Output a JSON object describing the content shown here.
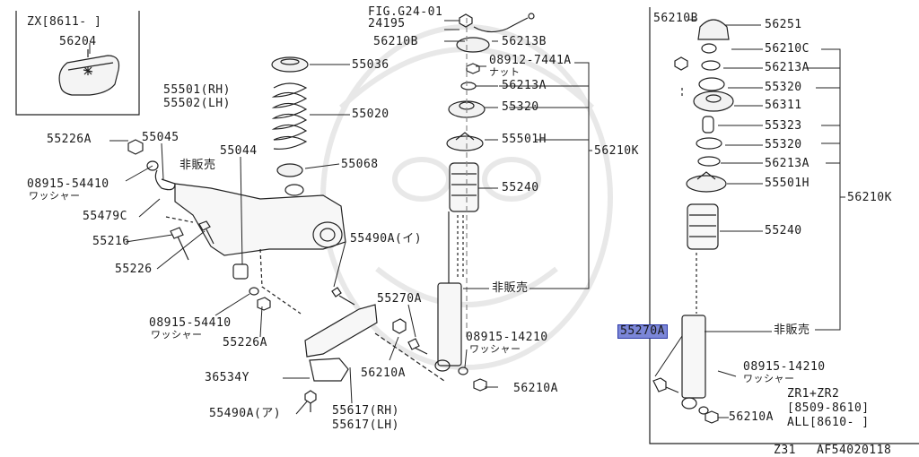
{
  "figure": {
    "ref": "FIG.G24-01",
    "diagram_id": "AF54020118",
    "model": "Z31"
  },
  "labels": {
    "zx_box": "ZX[8611-    ]",
    "p56204": "56204",
    "p24195": "24195",
    "p56210B_a": "56210B",
    "p56213B": "56213B",
    "p08912": "08912-7441A",
    "nut": "ナット",
    "p55036": "55036",
    "p56213A_a": "56213A",
    "p55501rh": "55501(RH)",
    "p55502lh": "55502(LH)",
    "p55320_a": "55320",
    "p55020": "55020",
    "p55226A_a": "55226A",
    "p55045": "55045",
    "p55044": "55044",
    "p55501H_a": "55501H",
    "p56210K_a": "56210K",
    "hihanbai_a": "非販売",
    "p55068": "55068",
    "p08915_54410_a": "08915-54410",
    "washer_a": "ワッシャー",
    "p55240_a": "55240",
    "p55479C": "55479C",
    "p55216": "55216",
    "p55490A_i": "55490A(イ)",
    "p55226": "55226",
    "hihanbai_b": "非販売",
    "p55270A_a": "55270A",
    "p08915_54410_b": "08915-54410",
    "washer_b": "ワッシャー",
    "p55226A_b": "55226A",
    "p08915_14210_a": "08915-14210",
    "washer_c": "ワッシャー",
    "p56210A_a": "56210A",
    "p36534Y": "36534Y",
    "p56210A_b": "56210A",
    "p55617rh": "55617(RH)",
    "p55617lh": "55617(LH)",
    "p55490A_a": "55490A(ア)",
    "p56210B_b": "56210B",
    "p56251": "56251",
    "p56210C": "56210C",
    "p56213A_b": "56213A",
    "p55320_b": "55320",
    "p56311": "56311",
    "p55323": "55323",
    "p55320_c": "55320",
    "p56213A_c": "56213A",
    "p55501H_b": "55501H",
    "p56210K_b": "56210K",
    "p55240_b": "55240",
    "p55270A_hl": "55270A",
    "hihanbai_c": "非販売",
    "p08915_14210_b": "08915-14210",
    "washer_d": "ワッシャー",
    "p56210A_c": "56210A",
    "zr_title": "ZR1+ZR2",
    "zr_range1": "[8509-8610]",
    "zr_range2": "ALL[8610-    ]"
  }
}
